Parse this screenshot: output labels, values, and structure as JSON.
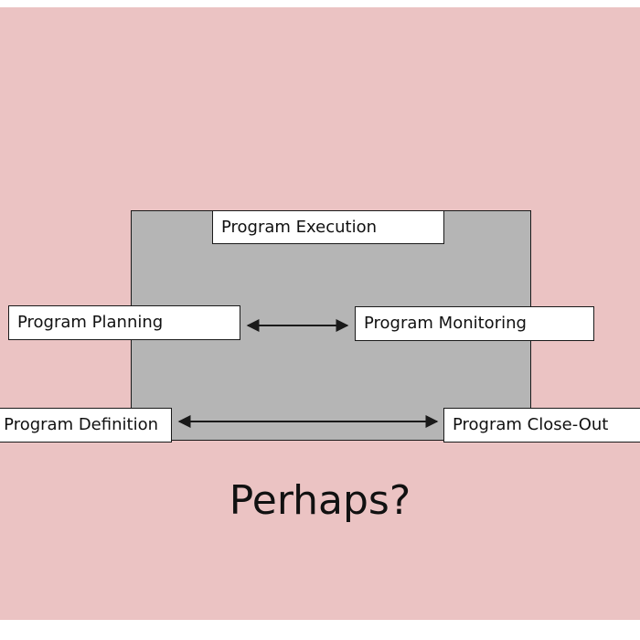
{
  "diagram": {
    "nodes": {
      "execution": "Program Execution",
      "planning": "Program Planning",
      "monitoring": "Program Monitoring",
      "definition": "Program Definition",
      "closeout": "Program Close-Out"
    },
    "edges": [
      {
        "from": "planning",
        "to": "monitoring",
        "direction": "both"
      },
      {
        "from": "definition",
        "to": "closeout",
        "direction": "both"
      }
    ],
    "caption": "Perhaps?"
  },
  "colors": {
    "background": "#ebc3c3",
    "container": "#b5b5b5",
    "node_fill": "#ffffff",
    "stroke": "#1a1a1a"
  }
}
